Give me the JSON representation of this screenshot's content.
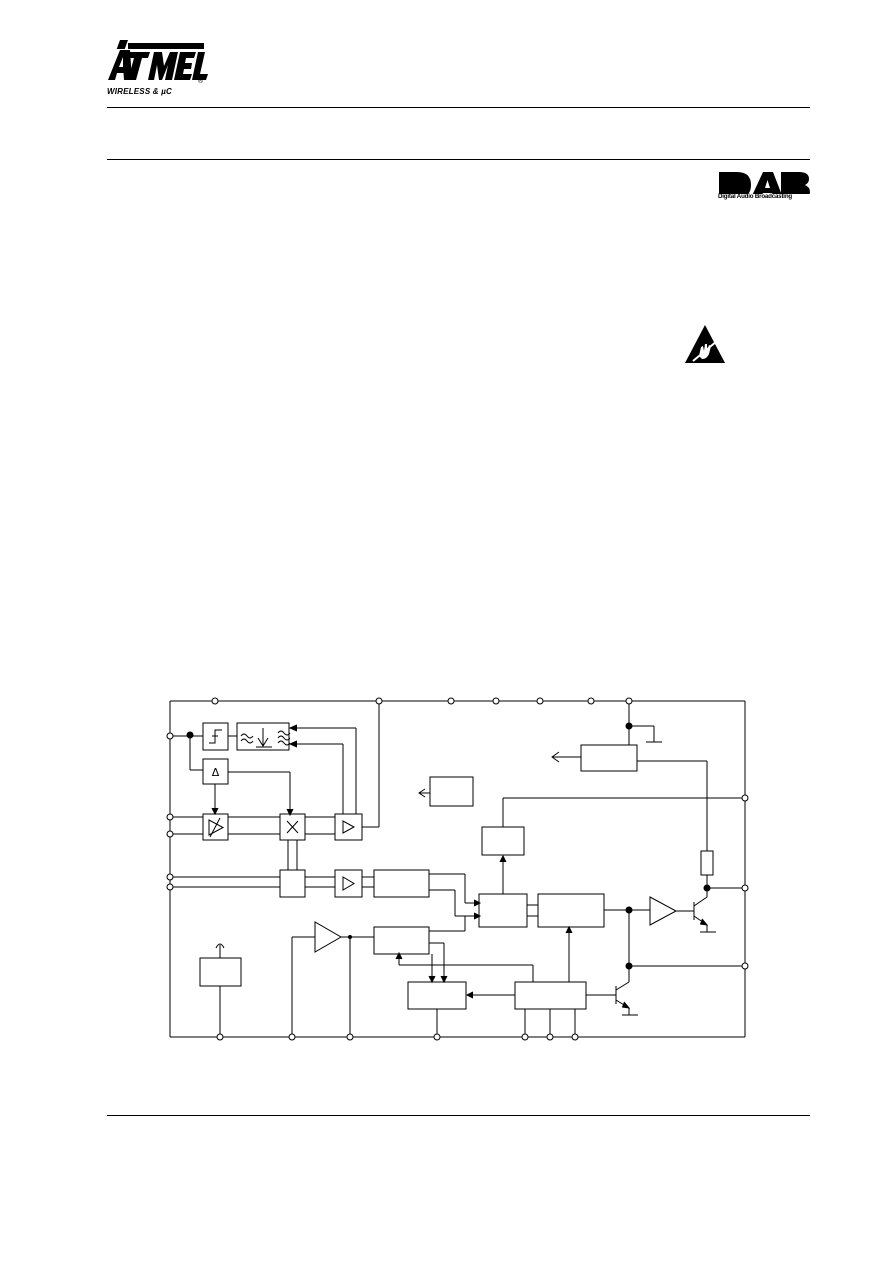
{
  "header": {
    "logo_text": "ATMEL",
    "logo_registered": "®",
    "logo_subtitle": "WIRELESS & µC"
  },
  "badges": {
    "dab_text": "DAB",
    "dab_caption": "Digital Audio Broadcasting"
  },
  "diagram": {
    "labels": {
      "delta": "Δ",
      "multiplier": "×"
    }
  },
  "colors": {
    "ink": "#000000",
    "paper": "#ffffff"
  }
}
